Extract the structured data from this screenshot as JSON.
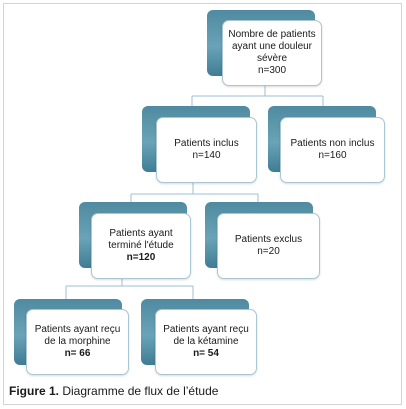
{
  "diagram": {
    "boxes": {
      "root": {
        "lines": [
          "Nombre de patients",
          "ayant une douleur",
          "sévère"
        ],
        "count": "n=300"
      },
      "included": {
        "lines": [
          "Patients inclus"
        ],
        "count": "n=140"
      },
      "not_included": {
        "lines": [
          "Patients non inclus"
        ],
        "count": "n=160"
      },
      "completed": {
        "lines": [
          "Patients ayant",
          "terminé l'étude"
        ],
        "count": "n=120"
      },
      "excluded": {
        "lines": [
          "Patients exclus"
        ],
        "count": "n=20"
      },
      "morphine": {
        "lines": [
          "Patients ayant reçu",
          "de la morphine"
        ],
        "count": "n= 66"
      },
      "ketamine": {
        "lines": [
          "Patients ayant reçu",
          "de la kétamine"
        ],
        "count": "n= 54"
      }
    },
    "colors": {
      "shadow": "#5b93a8",
      "connector": "#9cc0cf",
      "card_border": "#a9c7d3"
    }
  },
  "caption": {
    "figure_label": "Figure 1.",
    "text": " Diagramme de flux de l’étude"
  }
}
